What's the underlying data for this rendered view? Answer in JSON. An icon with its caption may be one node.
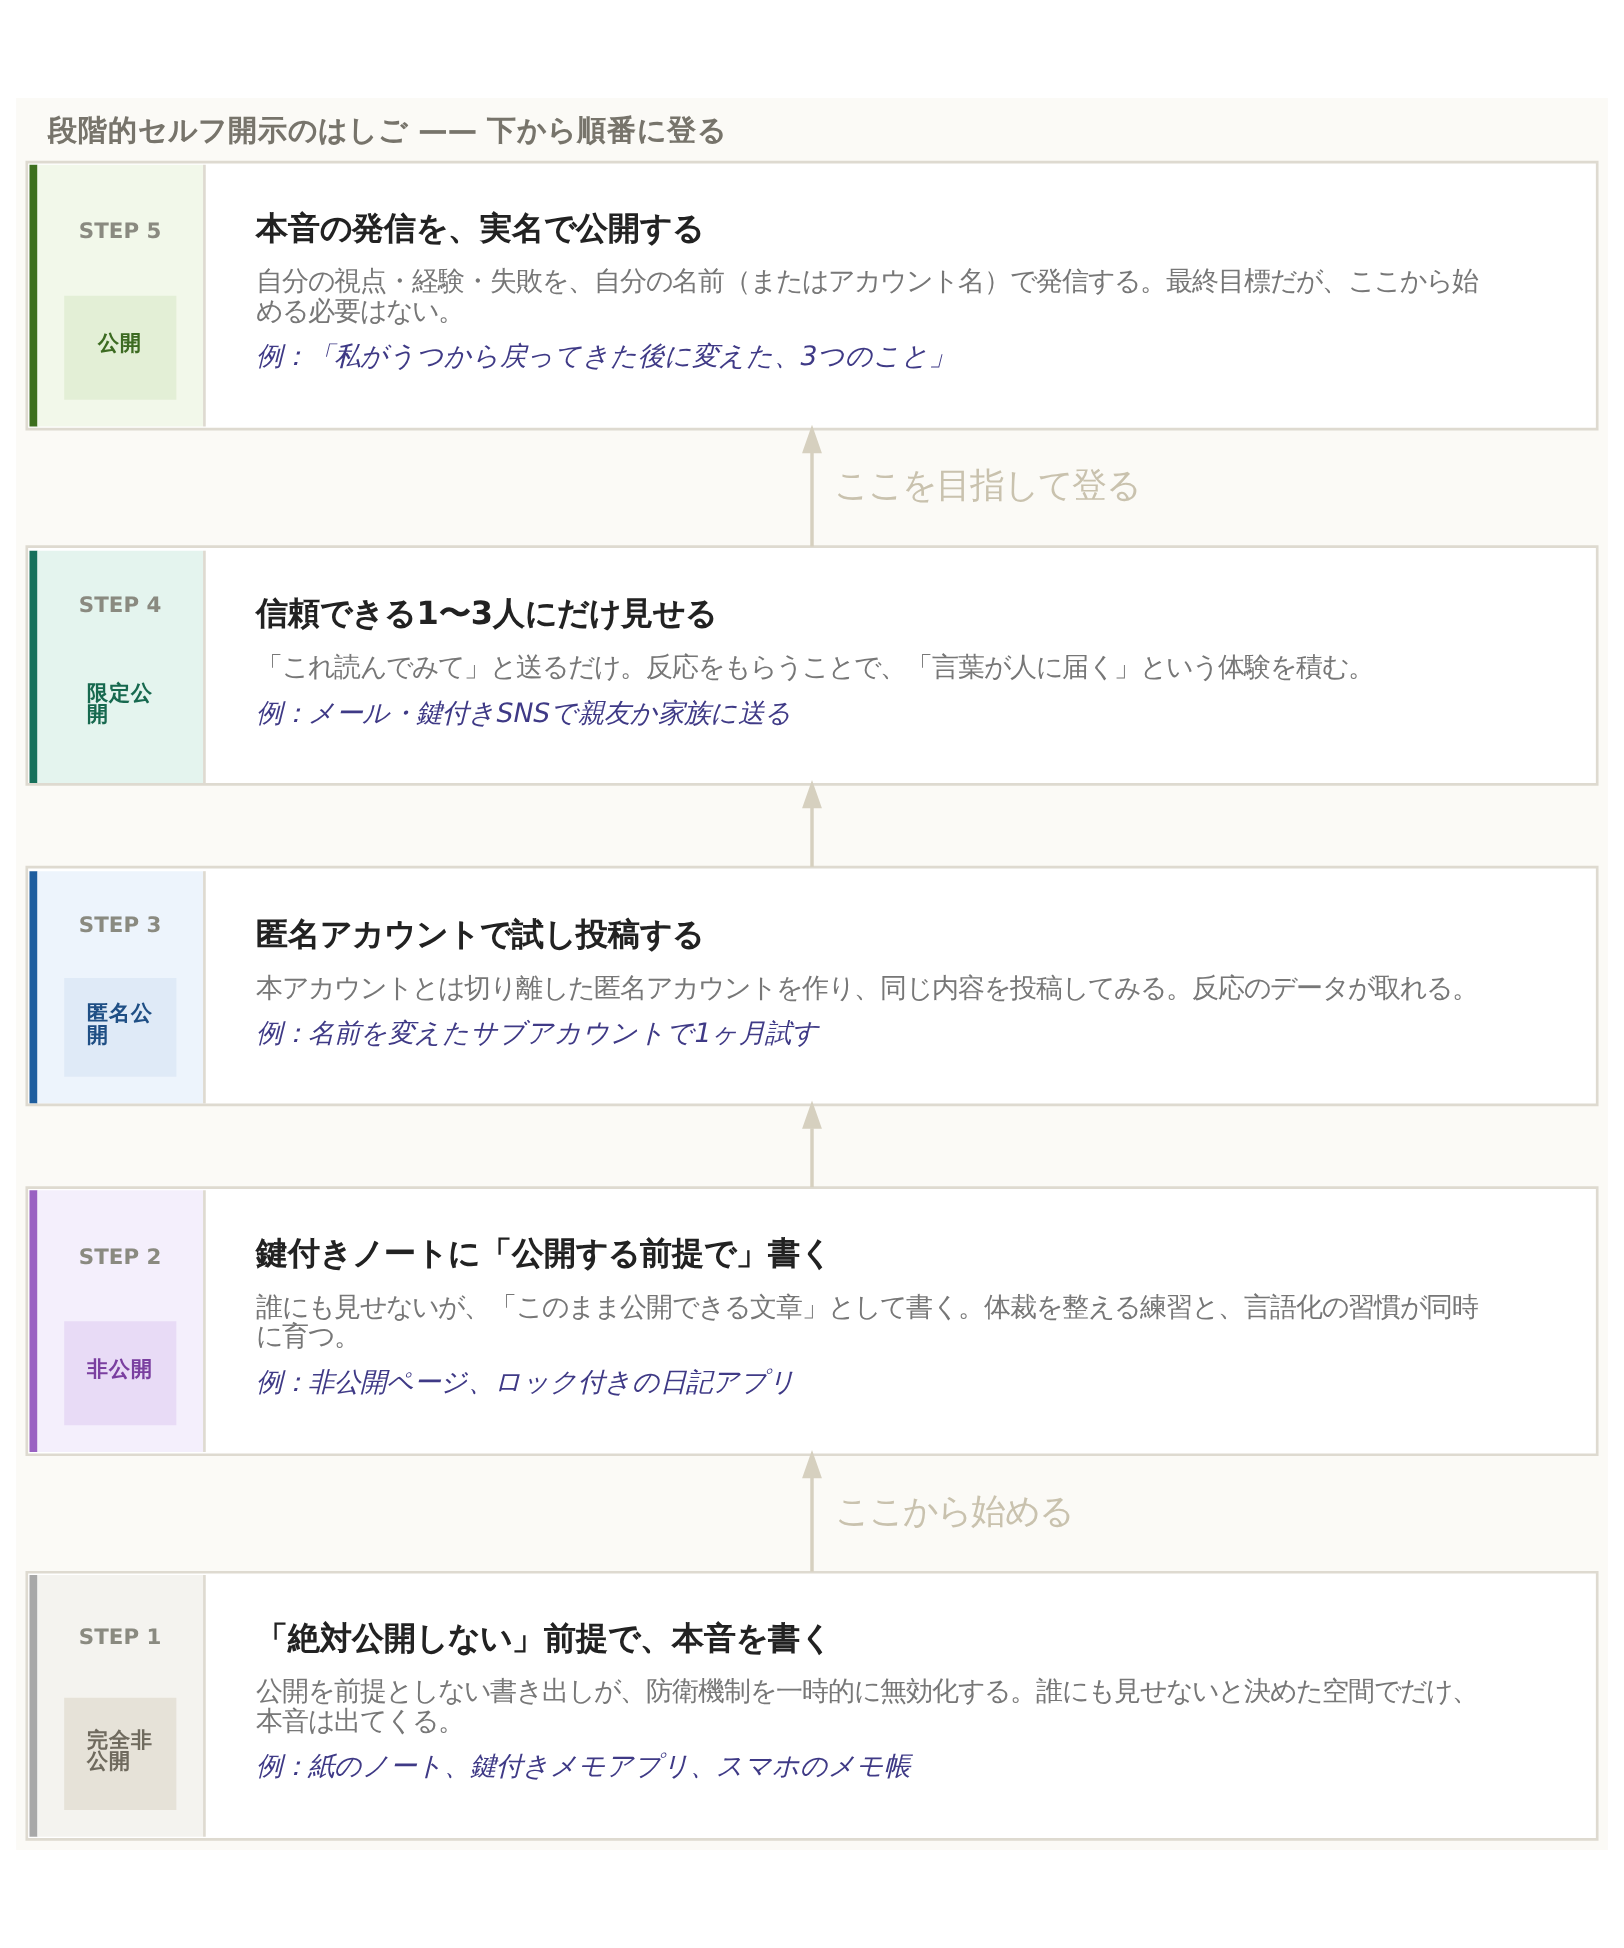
{
  "diagram": {
    "title": "段階的セルフ開示のはしご —— 下から順番に登る",
    "nodes": [
      {
        "text": [
          "STEP 5",
          "公開",
          "本音の発信を、実名で公開する",
          "自分の視点・経験・失敗を、自分の名前（またはアカウント名）で発信する。最終目標だが、ここから始める必要はない。",
          "例：「私がうつから戻ってきた後に変えた、3つのこと」"
        ]
      },
      {
        "text": [
          "STEP 4",
          "限定公開",
          "信頼できる1〜3人にだけ見せる",
          "「これ読んでみて」と送るだけ。反応をもらうことで、「言葉が人に届く」という体験を積む。",
          "例：メール・鍵付きSNSで親友か家族に送る"
        ]
      },
      {
        "text": [
          "STEP 3",
          "匿名公開",
          "匿名アカウントで試し投稿する",
          "本アカウントとは切り離した匿名アカウントを作り、同じ内容を投稿してみる。反応のデータが取れる。",
          "例：名前を変えたサブアカウントで1ヶ月試す"
        ]
      },
      {
        "text": [
          "STEP 2",
          "非公開",
          "鍵付きノートに「公開する前提で」書く",
          "誰にも見せないが、「このまま公開できる文章」として書く。体裁を整える練習と、言語化の習慣が同時に育つ。",
          "例：非公開ページ、ロック付きの日記アプリ"
        ]
      },
      {
        "text": [
          "STEP 1",
          "完全非公開",
          "「絶対公開しない」前提で、本音を書く",
          "公開を前提としない書き出しが、防衛機制を一時的に無効化する。誰にも見せないと決めた空間でだけ、本音は出てくる。",
          "例：紙のノート、鍵付きメモアプリ、スマホのメモ帳"
        ]
      }
    ],
    "edges": [
      {
        "from": 4,
        "to": 3,
        "arrow": "to",
        "label": "ここから始める"
      },
      {
        "from": 3,
        "to": 2,
        "arrow": "to"
      },
      {
        "from": 2,
        "to": 1,
        "arrow": "to"
      },
      {
        "from": 1,
        "to": 0,
        "arrow": "to",
        "label": "ここを目指して登る"
      }
    ]
  }
}
